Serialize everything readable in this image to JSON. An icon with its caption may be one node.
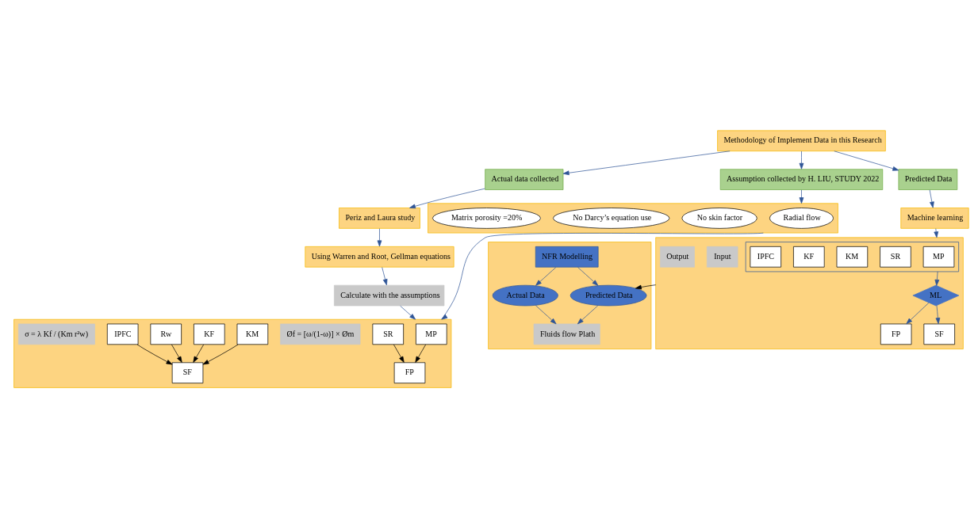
{
  "diagram": {
    "nodes": [
      {
        "text": [
          "Methodology of Implement Data in this Research"
        ]
      },
      {
        "text": [
          "Actual data collected"
        ]
      },
      {
        "text": [
          "Assumption collected by H. LIU, STUDY 2022"
        ]
      },
      {
        "text": [
          "Predicted Data"
        ]
      },
      {
        "text": [
          "Periz and Laura study"
        ]
      },
      {
        "text": [
          "Using Warren and Root, Gellman equations"
        ]
      },
      {
        "text": [
          "Calculate with the assumptions"
        ]
      },
      {
        "text": [],
        "shape": "box"
      },
      {
        "text": [
          "MP"
        ],
        "in": 7
      },
      {
        "text": [
          "SR"
        ],
        "in": 7
      },
      {
        "text": [
          "FP"
        ],
        "in": 7
      },
      {
        "text": [
          "Øf = [ω/(1-ω)] × Øm"
        ],
        "in": 7
      },
      {
        "text": [
          "KM"
        ],
        "in": 7
      },
      {
        "text": [
          "KF"
        ],
        "in": 7
      },
      {
        "text": [
          "Rw"
        ],
        "in": 7
      },
      {
        "text": [
          "IPFC"
        ],
        "in": 7
      },
      {
        "text": [
          "SF"
        ],
        "in": 7
      },
      {
        "text": [
          "σ = λ Kf / (Km r²w)"
        ],
        "in": 7
      },
      {
        "text": [],
        "shape": "box"
      },
      {
        "text": [
          "Radial flow"
        ],
        "in": 18
      },
      {
        "text": [
          "No skin factor"
        ],
        "in": 18
      },
      {
        "text": [
          "No Darcy’s equation use"
        ],
        "in": 18
      },
      {
        "text": [
          "Matrix porosity =20%"
        ],
        "in": 18
      },
      {
        "text": [
          "Machine learning"
        ]
      },
      {
        "text": [],
        "shape": "box"
      },
      {
        "text": [],
        "shape": "box",
        "in": 24
      },
      {
        "text": [
          "MP"
        ],
        "in": 25
      },
      {
        "text": [
          "SR"
        ],
        "in": 25
      },
      {
        "text": [
          "KM"
        ],
        "in": 25
      },
      {
        "text": [
          "KF"
        ],
        "in": 25
      },
      {
        "text": [
          "IPFC"
        ],
        "in": 25
      },
      {
        "text": [
          "ML"
        ],
        "in": 24
      },
      {
        "text": [
          "FP"
        ],
        "in": 24
      },
      {
        "text": [
          "SF"
        ],
        "in": 24
      },
      {
        "text": [
          "Input"
        ],
        "in": 24
      },
      {
        "text": [
          "Output"
        ],
        "in": 24
      },
      {
        "text": [],
        "shape": "box"
      },
      {
        "text": [
          "NFR Modelling"
        ],
        "in": 36
      },
      {
        "text": [
          "Actual Data"
        ],
        "in": 36
      },
      {
        "text": [
          "Predicted Data"
        ],
        "in": 36
      },
      {
        "text": [
          "Fluids flow Plath"
        ],
        "in": 36
      }
    ],
    "edges": [
      {
        "from": 0,
        "to": 1,
        "arrow": "to"
      },
      {
        "from": 0,
        "to": 2,
        "arrow": "to"
      },
      {
        "from": 0,
        "to": 3,
        "arrow": "to"
      },
      {
        "from": 1,
        "to": 4,
        "arrow": "to"
      },
      {
        "from": 4,
        "to": 5,
        "arrow": "to"
      },
      {
        "from": 5,
        "to": 6,
        "arrow": "to"
      },
      {
        "from": 6,
        "to": 7,
        "arrow": "to"
      },
      {
        "from": 8,
        "to": 10,
        "arrow": "to",
        "color": "#000000"
      },
      {
        "from": 9,
        "to": 10,
        "arrow": "to",
        "color": "#000000"
      },
      {
        "from": 12,
        "to": 16,
        "arrow": "to",
        "color": "#000000"
      },
      {
        "from": 13,
        "to": 16,
        "arrow": "to",
        "color": "#000000"
      },
      {
        "from": 14,
        "to": 16,
        "arrow": "to",
        "color": "#000000"
      },
      {
        "from": 15,
        "to": 16,
        "arrow": "to",
        "color": "#000000"
      },
      {
        "from": 2,
        "to": 18,
        "arrow": "to"
      },
      {
        "from": 18,
        "to": 7,
        "arrow": "to"
      },
      {
        "from": 3,
        "to": 23,
        "arrow": "to"
      },
      {
        "from": 23,
        "to": 24,
        "arrow": "to"
      },
      {
        "from": 25,
        "to": 31,
        "arrow": "to"
      },
      {
        "from": 31,
        "to": 32,
        "arrow": "to"
      },
      {
        "from": 31,
        "to": 33,
        "arrow": "to"
      },
      {
        "from": 24,
        "to": 39,
        "arrow": "to",
        "color": "#000000"
      },
      {
        "from": 37,
        "to": 38,
        "arrow": "to"
      },
      {
        "from": 37,
        "to": 39,
        "arrow": "to"
      },
      {
        "from": 38,
        "to": 40,
        "arrow": "to"
      },
      {
        "from": 39,
        "to": 40,
        "arrow": "to"
      }
    ]
  }
}
